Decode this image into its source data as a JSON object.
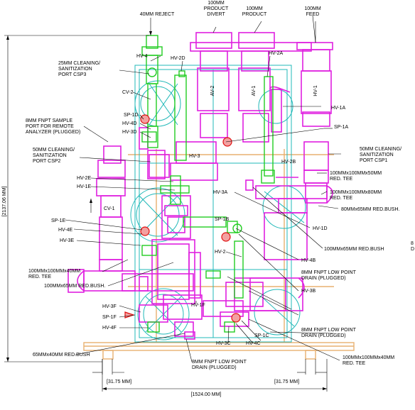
{
  "top_labels": {
    "reject": "40MM REJECT",
    "product_divert": [
      "100MM",
      "PRODUCT",
      "DIVERT"
    ],
    "product": [
      "100MM",
      "PRODUCT"
    ],
    "feed": [
      "100MM",
      "FEED"
    ]
  },
  "callouts": {
    "hv4": "HV-4",
    "hv2d": "HV-2D",
    "hv2a": "HV-2A",
    "csp3": [
      "25MM CLEANING/",
      "SANITIZATION",
      "PORT CSP3"
    ],
    "cv2": "CV-2",
    "sp1d": "SP-1D",
    "hv4d": "HV-4D",
    "hv3d": "HV-3D",
    "fnpt_sample": [
      "8MM FNPT SAMPLE",
      "PORT FOR REMOTE",
      "ANALYZER (PLUGGED)"
    ],
    "csp2": [
      "50MM CLEANING/",
      "SANITIZATION",
      "PORT CSP2"
    ],
    "hv1a": "HV-1A",
    "sp1a": "SP-1A",
    "csp1": [
      "50MM CLEANING/",
      "SANITIZATION",
      "PORT CSP1"
    ],
    "hv3": "HV-3",
    "hv2b": "HV-2B",
    "red_tee_100_50": [
      "100MMx100MMx50MM",
      "RED. TEE"
    ],
    "red_tee_100_80": [
      "100MMx100MMx80MM",
      "RED. TEE"
    ],
    "red_bush_80_65": "80MMx65MM RED.BUSH.",
    "hv2e": "HV-2E",
    "hv1e": "HV-1E",
    "hv3a": "HV-3A",
    "cv1": "CV-1",
    "sp1e": "SP-1E",
    "sp1b": "SP-1B",
    "hv4e": "HV-4E",
    "hv3e": "HV-3E",
    "hv1d": "HV-1D",
    "red_bush_100_65_r": "100MMx65MM RED.BUSH",
    "hv4b": "HV-4B",
    "drain_1": [
      "8MM FNPT LOW POINT",
      "DRAIN (PLUGGED)"
    ],
    "red_tee_100_40_l": [
      "100MMx100MMx40MM",
      "RED. TEE"
    ],
    "red_bush_100_65_l": "100MMx65MM RED.BUSH.",
    "hv2": "HV-2",
    "hv3b": "HV-3B",
    "hv1f": "HV-1F",
    "hv3f": "HV-3F",
    "sp1f": "SP-1F",
    "hv4f": "HV-4F",
    "drain_2": [
      "8MM FNPT LOW POINT",
      "DRAIN (PLUGGED)"
    ],
    "red_bush_65_40": "65MMx40MM RED.BUSH",
    "hv3c": "HV-3C",
    "hv4c": "HV-4C",
    "sp1c": "SP-1C",
    "red_tee_100_40_r": [
      "100MMx100MMx40MM",
      "RED. TEE"
    ],
    "drain_3": [
      "8MM FNPT LOW POINT",
      "DRAIN (PLUGGED)"
    ],
    "edge_8": "8",
    "edge_d": "D"
  },
  "valve_labels": {
    "av2": "AV-2",
    "av1": "AV-1",
    "hv1": "HV-1"
  },
  "dimensions": {
    "height": "[2137.06 MM]",
    "width": "[1524.00 MM]",
    "foot_left": "[31.75 MM]",
    "foot_right": "[31.75 MM]"
  },
  "colors": {
    "pipe": "#e020e0",
    "valve": "#22cc22",
    "frame": "#e8b070",
    "machine": "#20b8b8",
    "gauge": "#e01010",
    "ink": "#000000"
  }
}
